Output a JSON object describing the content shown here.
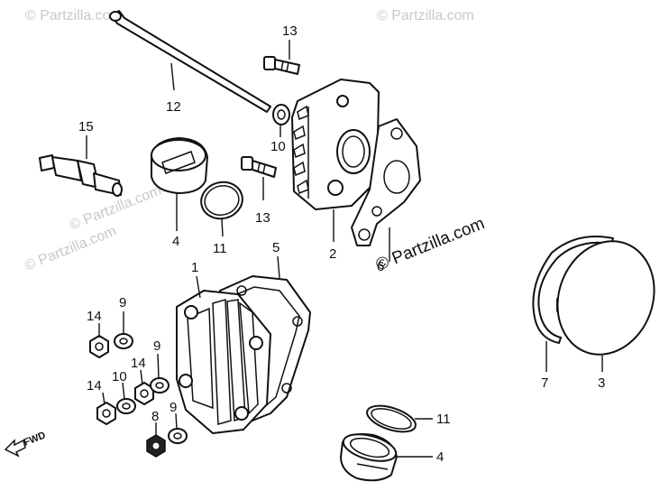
{
  "watermark": {
    "text": "© Partzilla.com",
    "diagonal_text": "Partzilla.com"
  },
  "direction_marker": {
    "label": "FWD"
  },
  "callouts": {
    "c1": "1",
    "c2": "2",
    "c3": "3",
    "c4a": "4",
    "c4b": "4",
    "c5": "5",
    "c6": "6",
    "c7": "7",
    "c8": "8",
    "c9a": "9",
    "c9b": "9",
    "c9c": "9",
    "c10a": "10",
    "c10b": "10",
    "c11a": "11",
    "c11b": "11",
    "c12": "12",
    "c13a": "13",
    "c13b": "13",
    "c14a": "14",
    "c14b": "14",
    "c14c": "14",
    "c15": "15"
  },
  "colors": {
    "line": "#111111",
    "watermark": "#c8c8c8",
    "background": "#ffffff"
  }
}
